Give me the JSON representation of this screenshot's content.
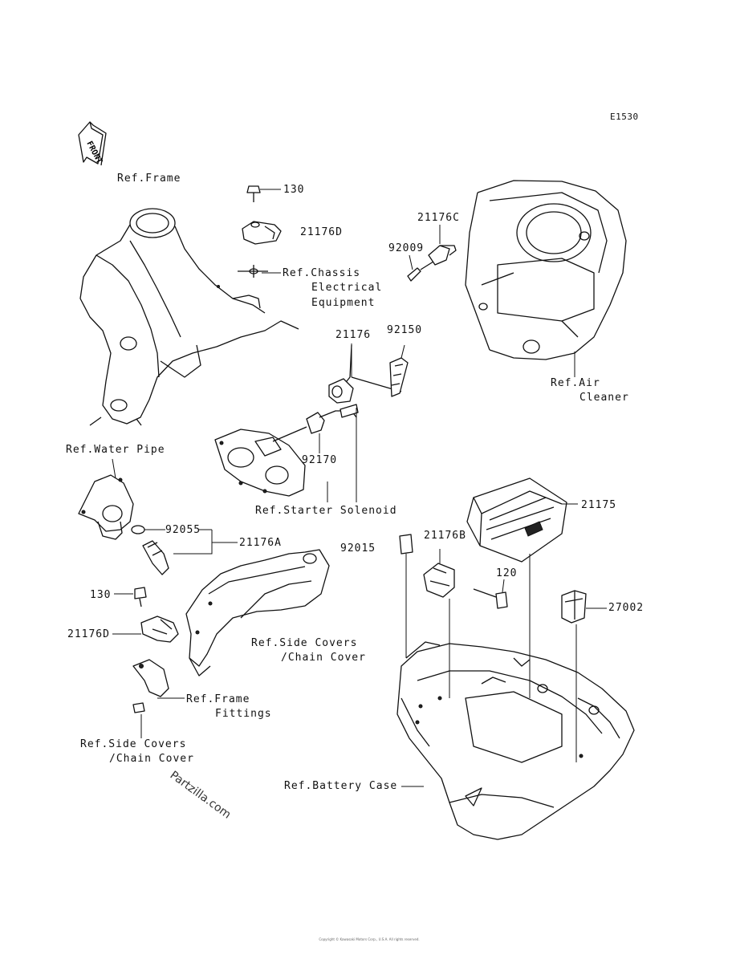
{
  "figure_code": "E1530",
  "front_arrow": {
    "label": "FRONT"
  },
  "labels": {
    "ref_frame": "Ref.Frame",
    "p130_top": "130",
    "p21176D_top": "21176D",
    "ref_chassis_1": "Ref.Chassis",
    "ref_chassis_2": "Electrical",
    "ref_chassis_3": "Equipment",
    "p21176C": "21176C",
    "p92009": "92009",
    "p21176": "21176",
    "p92150": "92150",
    "ref_air_1": "Ref.Air",
    "ref_air_2": "Cleaner",
    "ref_water_pipe": "Ref.Water Pipe",
    "p92170": "92170",
    "ref_starter": "Ref.Starter Solenoid",
    "p21175": "21175",
    "p92055": "92055",
    "p21176A": "21176A",
    "p92015": "92015",
    "p21176B": "21176B",
    "p120": "120",
    "p130_bottom": "130",
    "p27002": "27002",
    "p21176D_bottom": "21176D",
    "ref_side_1": "Ref.Side Covers",
    "ref_side_2": "/Chain Cover",
    "ref_frame_fit_1": "Ref.Frame",
    "ref_frame_fit_2": "Fittings",
    "ref_side_b1": "Ref.Side Covers",
    "ref_side_b2": "/Chain Cover",
    "ref_battery": "Ref.Battery Case"
  },
  "watermark": "Partzilla.com",
  "copyright": "Copyright © Kawasaki Motors Corp., U.S.A. All rights reserved."
}
